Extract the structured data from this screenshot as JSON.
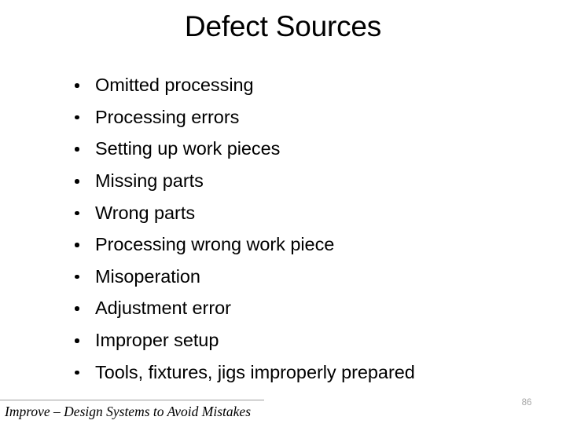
{
  "slide": {
    "title": "Defect Sources",
    "background_color": "#FFFFFF",
    "text_color": "#000000",
    "bullets": [
      {
        "text": "Omitted processing"
      },
      {
        "text": "Processing errors"
      },
      {
        "text": "Setting up work pieces"
      },
      {
        "text": "Missing parts"
      },
      {
        "text": "Wrong parts"
      },
      {
        "text": "Processing wrong work piece"
      },
      {
        "text": "Misoperation"
      },
      {
        "text": "Adjustment error"
      },
      {
        "text": "Improper setup"
      },
      {
        "text": "Tools, fixtures, jigs improperly prepared"
      }
    ],
    "footer": {
      "text": "Improve – Design Systems to Avoid Mistakes",
      "rule_color": "#9C9C9C"
    },
    "page_number": "86",
    "page_number_color": "#A6A6A6"
  }
}
